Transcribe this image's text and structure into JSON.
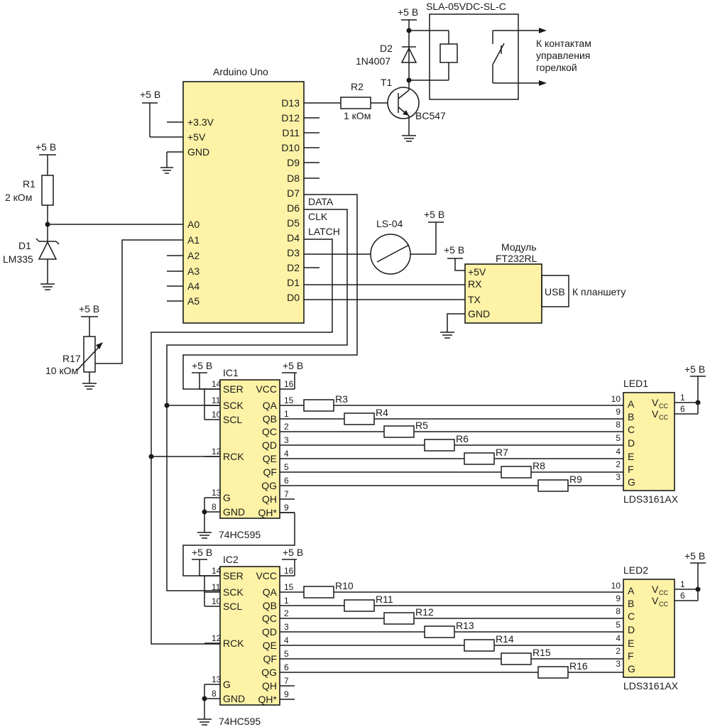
{
  "colors": {
    "chip_fill": "#fdf2a6",
    "wire": "#1a1a1a",
    "background": "#ffffff"
  },
  "supply": "+5 В",
  "arduino": {
    "title": "Arduino Uno",
    "left_pins": [
      "+3.3V",
      "+5V",
      "GND",
      "A0",
      "A1",
      "A2",
      "A3",
      "A4",
      "A5"
    ],
    "right_pins": [
      "D13",
      "D12",
      "D11",
      "D10",
      "D9",
      "D8",
      "D7",
      "D6",
      "D5",
      "D4",
      "D3",
      "D2",
      "D1",
      "D0"
    ]
  },
  "signals": {
    "data": "DATA",
    "clk": "CLK",
    "latch": "LATCH"
  },
  "relay": {
    "name": "SLA-05VDC-SL-C",
    "contacts_text": [
      "К контактам",
      "управления",
      "горелкой"
    ]
  },
  "diode_d2": {
    "ref": "D2",
    "part": "1N4007"
  },
  "transistor": {
    "ref": "T1",
    "part": "BC547"
  },
  "r2": {
    "ref": "R2",
    "value": "1 кОм"
  },
  "r1": {
    "ref": "R1",
    "value": "2 кОм"
  },
  "d1": {
    "ref": "D1",
    "part": "LM335"
  },
  "r17": {
    "ref": "R17",
    "value": "10 кОм"
  },
  "switch_ls": {
    "ref": "LS-04"
  },
  "ft232": {
    "title_lines": [
      "Модуль",
      "FT232RL"
    ],
    "pins": [
      "+5V",
      "RX",
      "TX",
      "GND"
    ],
    "usb_label": "USB",
    "target_text": "К планшету"
  },
  "ics": [
    {
      "ref": "IC1",
      "part": "74HC595",
      "left_pins": [
        {
          "num": "14",
          "name": "SER"
        },
        {
          "num": "11",
          "name": "SCK"
        },
        {
          "num": "10",
          "name": "SCL"
        },
        {
          "num": "12",
          "name": "RCK"
        },
        {
          "num": "13",
          "name": "G"
        },
        {
          "num": "8",
          "name": "GND"
        }
      ],
      "right_pins": [
        {
          "num": "16",
          "name": "VCC"
        },
        {
          "num": "15",
          "name": "QA"
        },
        {
          "num": "1",
          "name": "QB"
        },
        {
          "num": "2",
          "name": "QC"
        },
        {
          "num": "3",
          "name": "QD"
        },
        {
          "num": "4",
          "name": "QE"
        },
        {
          "num": "5",
          "name": "QF"
        },
        {
          "num": "6",
          "name": "QG"
        },
        {
          "num": "7",
          "name": "QH"
        },
        {
          "num": "9",
          "name": "QH*"
        }
      ],
      "resistors": [
        "R3",
        "R4",
        "R5",
        "R6",
        "R7",
        "R8",
        "R9"
      ]
    },
    {
      "ref": "IC2",
      "part": "74HC595",
      "left_pins": [
        {
          "num": "14",
          "name": "SER"
        },
        {
          "num": "11",
          "name": "SCK"
        },
        {
          "num": "10",
          "name": "SCL"
        },
        {
          "num": "12",
          "name": "RCK"
        },
        {
          "num": "13",
          "name": "G"
        },
        {
          "num": "8",
          "name": "GND"
        }
      ],
      "right_pins": [
        {
          "num": "16",
          "name": "VCC"
        },
        {
          "num": "15",
          "name": "QA"
        },
        {
          "num": "1",
          "name": "QB"
        },
        {
          "num": "2",
          "name": "QC"
        },
        {
          "num": "3",
          "name": "QD"
        },
        {
          "num": "4",
          "name": "QE"
        },
        {
          "num": "5",
          "name": "QF"
        },
        {
          "num": "6",
          "name": "QG"
        },
        {
          "num": "7",
          "name": "QH"
        },
        {
          "num": "9",
          "name": "QH*"
        }
      ],
      "resistors": [
        "R10",
        "R11",
        "R12",
        "R13",
        "R14",
        "R15",
        "R16"
      ]
    }
  ],
  "leds": [
    {
      "ref": "LED1",
      "part": "LDS3161AX",
      "seg_pins": [
        {
          "num": "10",
          "name": "A"
        },
        {
          "num": "9",
          "name": "B"
        },
        {
          "num": "8",
          "name": "C"
        },
        {
          "num": "5",
          "name": "D"
        },
        {
          "num": "4",
          "name": "E"
        },
        {
          "num": "2",
          "name": "F"
        },
        {
          "num": "3",
          "name": "G"
        }
      ],
      "vcc_pins": [
        "1",
        "6"
      ],
      "vcc_label": "V",
      "vcc_sub": "CC"
    },
    {
      "ref": "LED2",
      "part": "LDS3161AX",
      "seg_pins": [
        {
          "num": "10",
          "name": "A"
        },
        {
          "num": "9",
          "name": "B"
        },
        {
          "num": "8",
          "name": "C"
        },
        {
          "num": "5",
          "name": "D"
        },
        {
          "num": "4",
          "name": "E"
        },
        {
          "num": "2",
          "name": "F"
        },
        {
          "num": "3",
          "name": "G"
        }
      ],
      "vcc_pins": [
        "1",
        "6"
      ],
      "vcc_label": "V",
      "vcc_sub": "CC"
    }
  ]
}
